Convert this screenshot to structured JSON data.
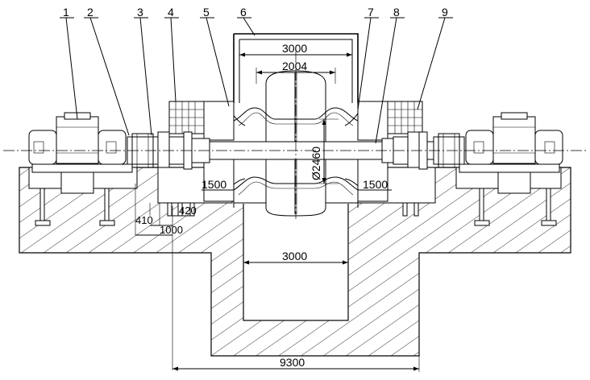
{
  "callouts": [
    "1",
    "2",
    "3",
    "4",
    "5",
    "6",
    "7",
    "8",
    "9"
  ],
  "dimensions": {
    "top_width": "3000",
    "inner_width": "2004",
    "diameter": "Ø2460",
    "side_left": "1500",
    "side_right": "1500",
    "bearing_a": "420",
    "bearing_b": "410",
    "bearing_c": "1000",
    "pit_width": "3000",
    "total_width": "9300"
  },
  "colors": {
    "line": "#000000",
    "background": "#ffffff"
  }
}
